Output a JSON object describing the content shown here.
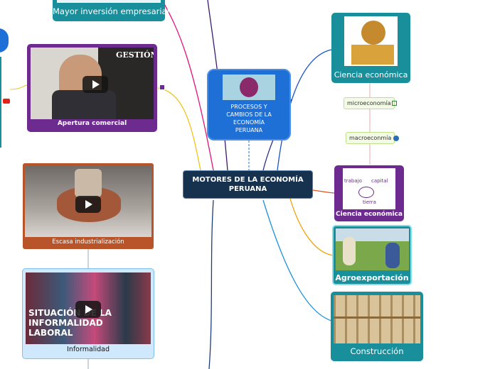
{
  "central": {
    "title": "MOTORES DE LA ECONOMÍA PERUANA"
  },
  "top_center": {
    "title": "PROCESOS Y CAMBIOS DE LA ECONOMÍA PERUANA"
  },
  "left": {
    "inversion": {
      "title": "Mayor inversión empresarial"
    },
    "apertura": {
      "title": "Apertura comercial",
      "brand": "GESTIÓN"
    },
    "industrializacion": {
      "title": "Escasa industrialización"
    },
    "informalidad": {
      "title": "Informalidad",
      "overlay": "SITUACIÓN DE LA INFORMALIDAD LABORAL"
    }
  },
  "right": {
    "ciencia1": {
      "title": "Ciencia económica"
    },
    "microeconomia": {
      "title": "microeconomía"
    },
    "macroeconomia": {
      "title": "macroeconmía"
    },
    "ciencia2": {
      "title": "Ciencia económica",
      "diagram_words": [
        "trabajo",
        "tierra",
        "capital"
      ]
    },
    "agroexportacion": {
      "title": "Agroexportación"
    },
    "construccion": {
      "title": "Construcción"
    }
  },
  "colors": {
    "teal": "#1a8f9c",
    "purple": "#6d2a8f",
    "orange": "#b8532a",
    "blue_box": "#1e6fd6",
    "central_box": "#16324f"
  }
}
